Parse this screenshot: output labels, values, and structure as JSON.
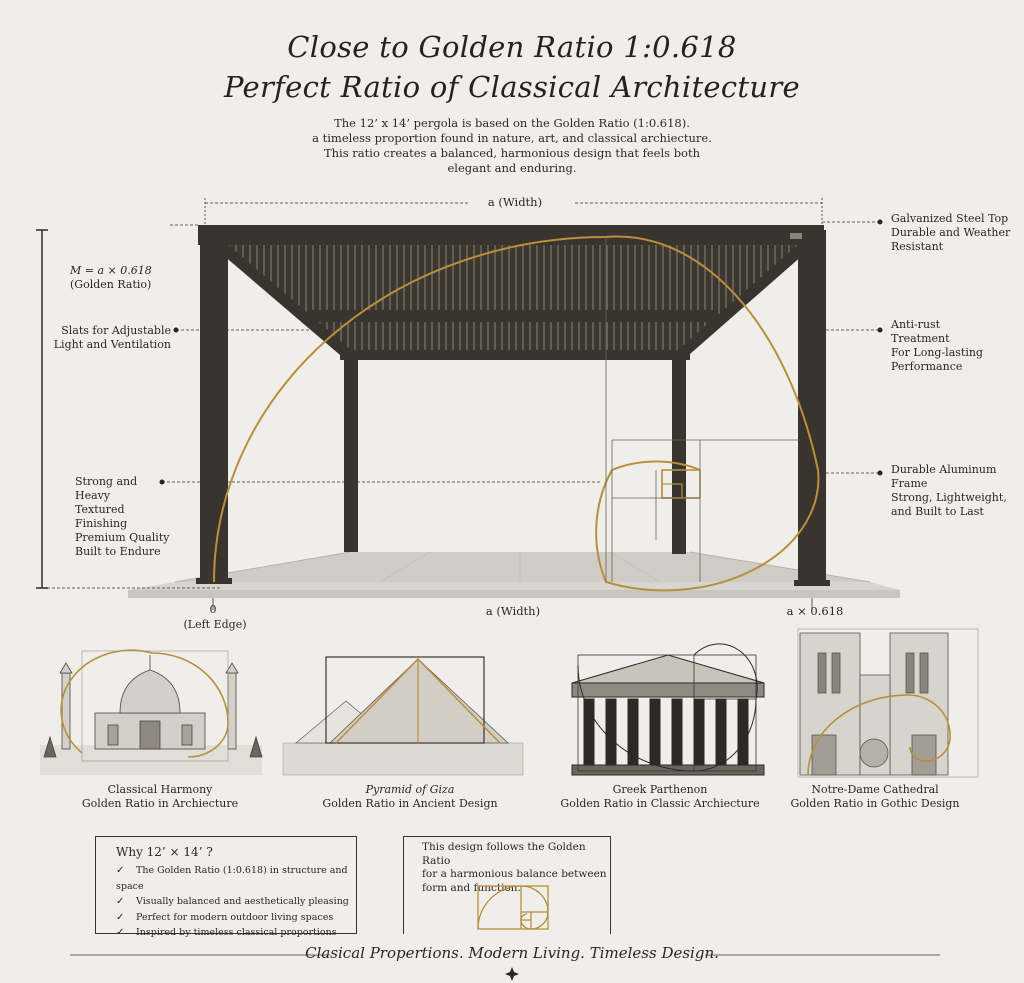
{
  "header": {
    "title_line1": "Close to Golden Ratio 1:0.618",
    "title_line2": "Perfect Ratio of Classical Architecture",
    "intro_lines": [
      "The 12’ x 14’ pergola is based on the Golden Ratio (1:0.618).",
      "a timeless proportion found in nature, art, and classical archiecture.",
      "This ratio creates a balanced, harmonious design that feels both",
      "elegant and enduring."
    ]
  },
  "diagram": {
    "width_label_top": "a (Width)",
    "width_label_bottom": "a (Width)",
    "zero_label": "0",
    "left_edge_label": "(Left Edge)",
    "ratio_label": "a × 0.618",
    "m_formula": "M = a × 0.618",
    "golden_ratio_label": "(Golden Ratio)",
    "left_features": [
      [
        "Slats for Adjustable",
        "Light and Ventilation"
      ],
      [
        "Strong and Heavy",
        "Textured Finishing",
        "Premium Quality",
        "Built to Endure"
      ]
    ],
    "right_features": [
      [
        "Galvanized Steel Top",
        "Durable and Weather",
        "Resistant"
      ],
      [
        "Anti-rust",
        "Treatment",
        "For Long-lasting",
        "Performance"
      ],
      [
        "Durable Aluminum",
        "Frame",
        "Strong, Lightweight,",
        "and Built to Last"
      ]
    ]
  },
  "examples": [
    {
      "title": "Classical Harmony",
      "subtitle": "Golden Ratio in Archiecture"
    },
    {
      "title": "Pyramid of Giza",
      "subtitle": "Golden Ratio in Ancient Design"
    },
    {
      "title": "Greek Parthenon",
      "subtitle": "Golden Ratio in Classic Archiecture"
    },
    {
      "title": "Notre-Dame Cathedral",
      "subtitle": "Golden Ratio in Gothic Design"
    }
  ],
  "why_box": {
    "title": "Why 12’ × 14’ ?",
    "items": [
      "The Golden Ratio (1:0.618) in structure and space",
      "Visually balanced and aesthetically pleasing",
      "Perfect for modern outdoor living spaces",
      "Inspired by timeless classical proportions"
    ]
  },
  "design_box": {
    "lines": [
      "This design follows the Golden Ratio",
      "for a harmonious balance between",
      "form and function."
    ]
  },
  "footer": {
    "tagline": "Clasical Propertions. Modern Living. Timeless Design."
  },
  "colors": {
    "background": "#efeeea",
    "frame": "#3a342f",
    "gold": "#b8903c",
    "text": "#2a2622"
  }
}
